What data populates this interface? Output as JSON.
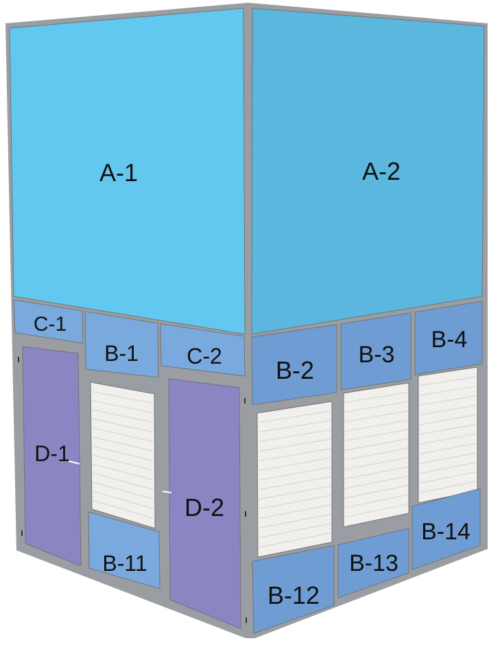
{
  "colors": {
    "background": "#ffffff",
    "frame": "#9a9ea3",
    "frame_dark": "#6f7378",
    "upper_panel_left": "#62c8ef",
    "upper_panel_right": "#5bb7dd",
    "band_panel": "#7aa9de",
    "band_panel_right": "#6f9dd3",
    "door": "#8a86c3",
    "louver": "#f1f0ec",
    "louver_line": "#d3d2cc"
  },
  "panels": {
    "a1": "A-1",
    "a2": "A-2",
    "b1": "B-1",
    "b2": "B-2",
    "b3": "B-3",
    "b4": "B-4",
    "b11": "B-11",
    "b12": "B-12",
    "b13": "B-13",
    "b14": "B-14",
    "c1": "C-1",
    "c2": "C-2",
    "d1": "D-1",
    "d2": "D-2"
  }
}
